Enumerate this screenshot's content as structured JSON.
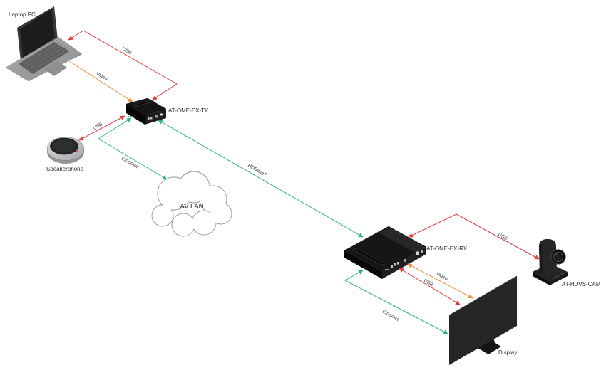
{
  "diagram": {
    "title_hint": "AV extender system connection diagram",
    "devices": [
      {
        "id": "laptop",
        "label": "Laptop PC"
      },
      {
        "id": "tx",
        "label": "AT-OME-EX-TX"
      },
      {
        "id": "speakerphone",
        "label": "Speakerphone"
      },
      {
        "id": "av_lan",
        "label": "AV LAN"
      },
      {
        "id": "rx",
        "label": "AT-OME-EX-RX"
      },
      {
        "id": "camera",
        "label": "AT-HDVS-CAM"
      },
      {
        "id": "display",
        "label": "Display"
      }
    ],
    "links": [
      {
        "label": "USB",
        "from": "laptop",
        "to": "tx",
        "color": "red",
        "bidirectional": true
      },
      {
        "label": "Video",
        "from": "laptop",
        "to": "tx",
        "color": "orange",
        "bidirectional": false
      },
      {
        "label": "USB",
        "from": "speakerphone",
        "to": "tx",
        "color": "red",
        "bidirectional": true
      },
      {
        "label": "Ethernet",
        "from": "tx",
        "to": "av_lan",
        "color": "green",
        "bidirectional": true
      },
      {
        "label": "HDBaseT",
        "from": "tx",
        "to": "rx",
        "color": "green",
        "bidirectional": true
      },
      {
        "label": "USB",
        "from": "rx",
        "to": "camera",
        "color": "red",
        "bidirectional": true
      },
      {
        "label": "Video",
        "from": "rx",
        "to": "display",
        "color": "orange",
        "bidirectional": true
      },
      {
        "label": "USB",
        "from": "rx",
        "to": "display",
        "color": "red",
        "bidirectional": true
      },
      {
        "label": "Ethernet",
        "from": "rx",
        "to": "display",
        "color": "green",
        "bidirectional": true
      }
    ],
    "colors": {
      "usb_red": "#e23c3c",
      "video_orange": "#f08c42",
      "network_green": "#2fb573",
      "cloud_stroke": "#8e8e8e",
      "label_text": "#3c3c3c",
      "device_text": "#26282a",
      "device_black": "#161616"
    }
  }
}
